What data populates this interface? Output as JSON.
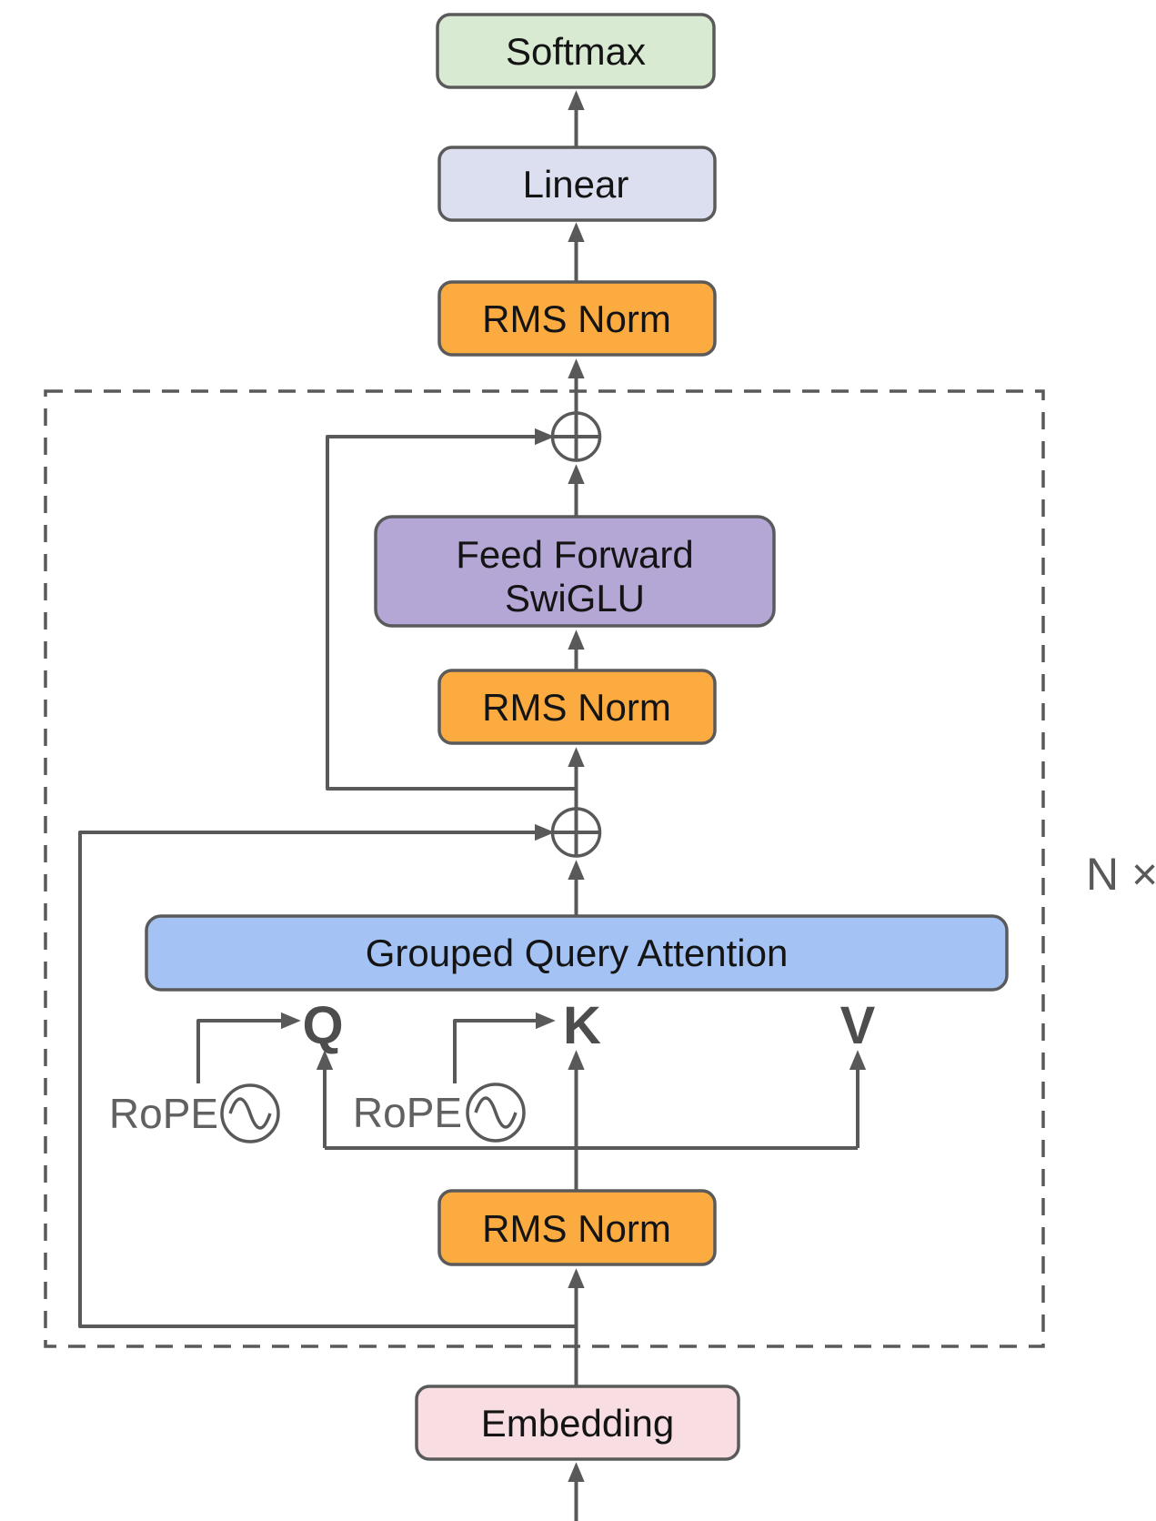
{
  "diagram": {
    "blocks": {
      "softmax": {
        "label": "Softmax",
        "fill": "#d9ead3"
      },
      "linear": {
        "label": "Linear",
        "fill": "#dcdff0"
      },
      "rms_norm_top": {
        "label": "RMS Norm",
        "fill": "#fcab40"
      },
      "feed_forward": {
        "label_line1": "Feed Forward",
        "label_line2": "SwiGLU",
        "fill": "#b4a7d6"
      },
      "rms_norm_mid": {
        "label": "RMS Norm",
        "fill": "#fcab40"
      },
      "grouped_query_attention": {
        "label": "Grouped Query Attention",
        "fill": "#a4c2f4"
      },
      "rms_norm_bottom": {
        "label": "RMS Norm",
        "fill": "#fcab40"
      },
      "embedding": {
        "label": "Embedding",
        "fill": "#f8dee2"
      }
    },
    "labels": {
      "q": "Q",
      "k": "K",
      "v": "V",
      "rope_q": "RoPE",
      "rope_k": "RoPE",
      "repeat": "N ×"
    },
    "colors": {
      "line": "#595959"
    }
  }
}
